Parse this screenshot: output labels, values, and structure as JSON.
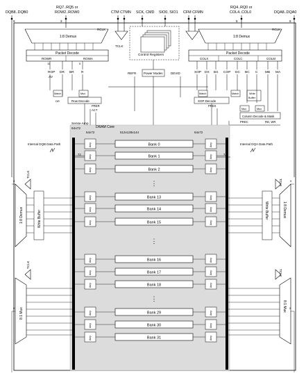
{
  "pins": {
    "dqb": "DQB8..DQB0",
    "rq_line1": "RQ7..RQ5 or",
    "rq_line2": "ROW2..ROW0",
    "ctm": "CTM CTMN",
    "sck": "SCK, CMD",
    "sio": "SIO0, SIO1",
    "cfm": "CFM CFMN",
    "rq4_line1": "RQ4..RQ0 or",
    "rq4_line2": "COL4..COL0",
    "dqa": "DQA8..DQA0"
  },
  "top_left": {
    "demux": "1:8 Demux",
    "rclk": "RCLK",
    "packet_decode": "Packet Decode",
    "rowr": "ROWR",
    "rowa": "ROWA",
    "bus_11": "11",
    "bus_5": "5",
    "sig_rop": "ROP",
    "sig_dr": "DR",
    "sig_br": "BR",
    "sig_r": "R",
    "sig_av": "AV",
    "match": "Match",
    "mux": "Mux",
    "drop": "DR",
    "row_decode": "Row Decode",
    "prer": "PRER",
    "act": "ACT"
  },
  "center": {
    "tclk": "TCLK",
    "control_registers": "Control Registers",
    "power_modes": "Power Modes",
    "refr": "REFR",
    "devid": "DEVID"
  },
  "top_right": {
    "demux": "1:8 Demux",
    "rclk": "RCLK",
    "packet_decode": "Packet Decode",
    "colx": "COLX",
    "colc": "COLC",
    "colm": "COLM",
    "sig_xop": "XOP",
    "sig_dx": "DX",
    "sig_bx": "BX",
    "sig_cop": "COP",
    "sig_dc": "DC",
    "sig_bc": "BC",
    "sig_c": "C",
    "sig_mb": "MB",
    "sig_ma": "MA",
    "match_left": "Match",
    "xop_decode": "XOP Decode",
    "prex": "PREX",
    "match_right": "Match",
    "write_buffer": "Write Buffer",
    "mux_a": "Mux",
    "mux_b": "Mux",
    "column_decode": "Column Decode & Mask",
    "prec": "PREC",
    "rd_wr": "RD, WR"
  },
  "core": {
    "sense_amp": "Sense Amp",
    "sense_amp_width": "64x72",
    "dram_core": "DRAM Core",
    "left_width": "64x72",
    "core_size": "512x128x144",
    "right_width": "64x72",
    "path_dqb": "Internal DQB Data Path",
    "path_dqa": "Internal DQA Data Path",
    "bus_72": "72",
    "amp_label": "Amp",
    "banks": [
      "Bank 0",
      "Bank 1",
      "Bank 2",
      "Bank 13",
      "Bank 14",
      "Bank 15",
      "Bank 16",
      "Bank 17",
      "Bank 18",
      "Bank 29",
      "Bank 30",
      "Bank 31"
    ],
    "ellipsis": "⋮"
  },
  "left_side": {
    "tclk": "TCLK",
    "demux": "1:8 Demux",
    "write_buffer": "Write Buffer",
    "mux": "8:1 Mux",
    "bus_9": "9"
  },
  "right_side": {
    "tclk": "TCLK",
    "demux": "1:8 Demux",
    "write_buffer": "Write Buffer",
    "mux": "8:1 Mux",
    "bus_9": "9"
  }
}
